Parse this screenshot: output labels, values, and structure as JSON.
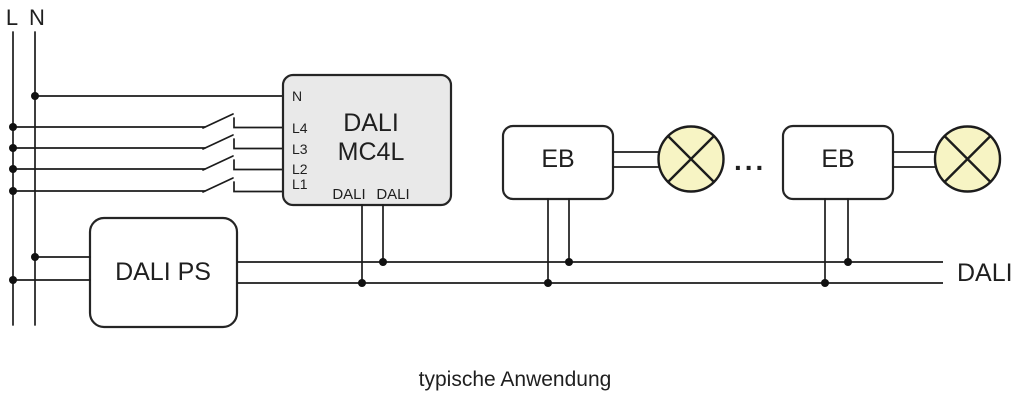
{
  "caption": "typische Anwendung",
  "mains": {
    "l_label": "L",
    "n_label": "N"
  },
  "mc4l": {
    "name_line1": "DALI",
    "name_line2": "MC4L",
    "dali_out_left": "DALI",
    "dali_out_right": "DALI",
    "terminals": [
      "N",
      "L4",
      "L3",
      "L2",
      "L1"
    ]
  },
  "dali_ps": {
    "label": "DALI PS"
  },
  "eb_units": [
    {
      "label": "EB"
    },
    {
      "label": "EB"
    }
  ],
  "ellipsis": "...",
  "bus": {
    "label": "DALI"
  },
  "colors": {
    "wire": "#1c1c1c",
    "mc4l_fill": "#e9e9e9",
    "device_fill": "#ffffff",
    "lamp_fill": "#f7f4c4"
  }
}
